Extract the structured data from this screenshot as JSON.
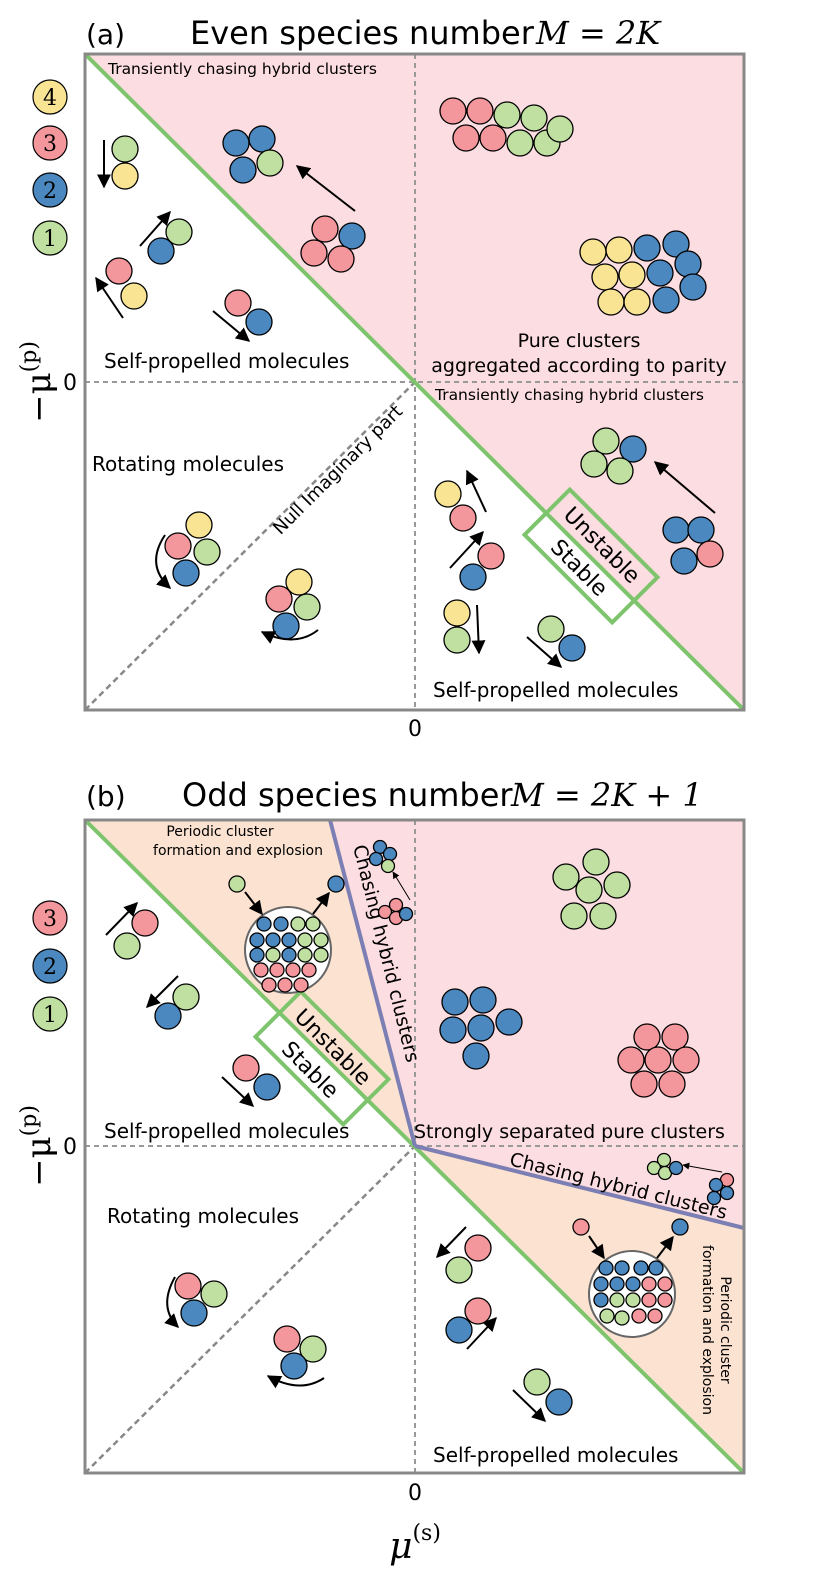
{
  "colors": {
    "species1": "#bfe0a0",
    "species2": "#4a88bf",
    "species3": "#f4979c",
    "species4": "#f8e492",
    "pink_region": "#fcdde1",
    "peach_region": "#fce3d1",
    "boundary_green": "#7dc46c",
    "boundary_purple": "#7b7fb3",
    "frame_gray": "#888888",
    "dash_gray": "#999999"
  },
  "axis": {
    "y_label_prefix": "−μ",
    "y_label_sup": "(p)",
    "x_label_prefix": "μ",
    "x_label_sup": "(s)",
    "zero": "0"
  },
  "panel_a": {
    "letter": "(a)",
    "title_text": "Even species number",
    "title_math": "M = 2K",
    "legend": [
      "4",
      "3",
      "2",
      "1"
    ],
    "labels": {
      "top_left_band": "Transiently chasing hybrid clusters",
      "right_band": "Transiently chasing hybrid clusters",
      "pure_line1": "Pure clusters",
      "pure_line2": "aggregated according to parity",
      "self_prop_left": "Self-propelled molecules",
      "self_prop_bottom": "Self-propelled molecules",
      "rotating": "Rotating molecules",
      "null_imag": "Null Imaginary part",
      "unstable": "Unstable",
      "stable": "Stable"
    }
  },
  "panel_b": {
    "letter": "(b)",
    "title_text": "Odd species number",
    "title_math": "M = 2K + 1",
    "legend": [
      "3",
      "2",
      "1"
    ],
    "labels": {
      "periodic_top_1": "Periodic cluster",
      "periodic_top_2": "formation and explosion",
      "chasing_vertical": "Chasing hybrid clusters",
      "chasing_diag": "Chasing hybrid clusters",
      "strongly_sep": "Strongly separated pure clusters",
      "self_prop_left": "Self-propelled molecules",
      "self_prop_bottom": "Self-propelled molecules",
      "rotating": "Rotating molecules",
      "periodic_right_1": "Periodic cluster",
      "periodic_right_2": "formation and explosion",
      "unstable": "Unstable",
      "stable": "Stable"
    }
  }
}
